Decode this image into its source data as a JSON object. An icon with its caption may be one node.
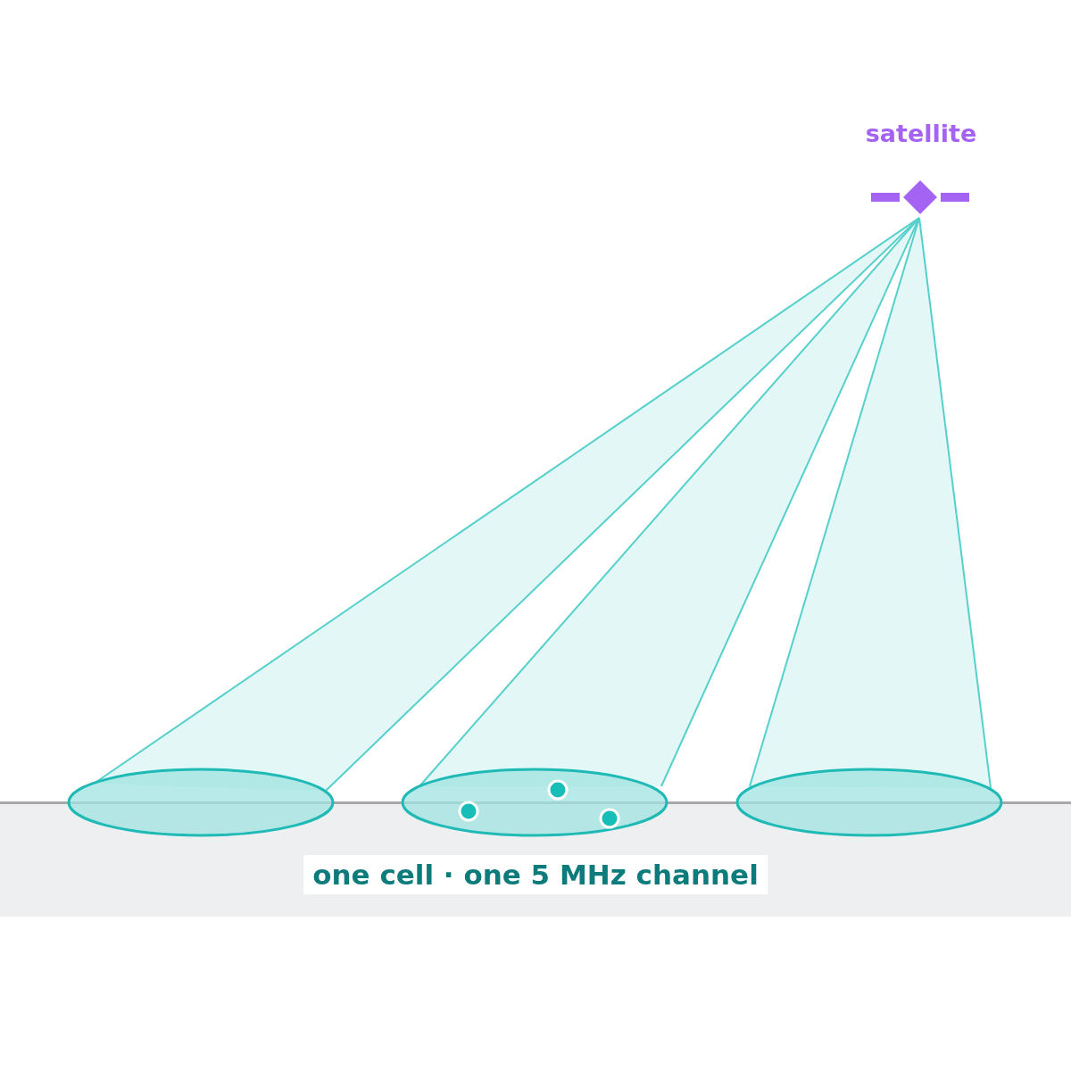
{
  "diagram": {
    "nodes": [
      {
        "text": [
          "satellite"
        ]
      },
      {
        "text": [],
        "shape": "ellipse"
      },
      {
        "text": [],
        "shape": "ellipse"
      },
      {
        "text": [],
        "shape": "ellipse"
      }
    ],
    "edges": [
      {
        "from": 0,
        "to": 1,
        "arrow": "none"
      },
      {
        "from": 0,
        "to": 2,
        "arrow": "none"
      },
      {
        "from": 0,
        "to": 3,
        "arrow": "none"
      }
    ],
    "labels": [
      "one cell · one 5 MHz channel"
    ]
  }
}
